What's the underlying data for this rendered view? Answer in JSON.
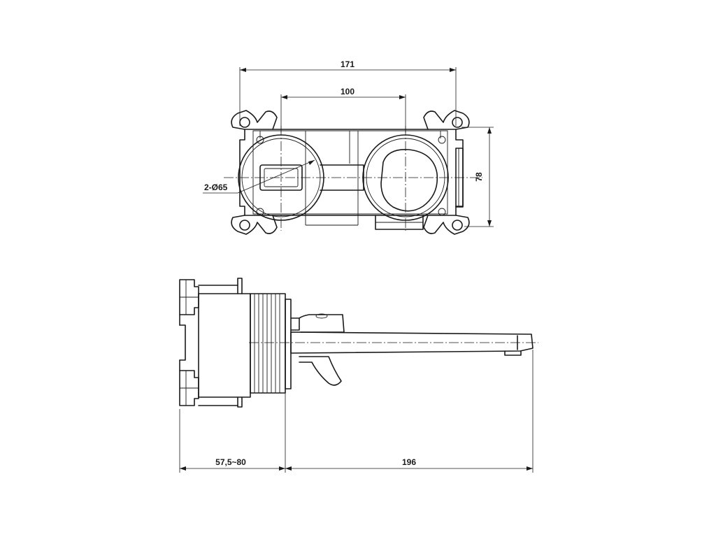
{
  "dimensions": {
    "overall_width": "171",
    "inlet_spacing": "100",
    "height": "78",
    "bore": "2-Ø65",
    "wall_depth": "57,5~80",
    "spout_reach": "196"
  }
}
